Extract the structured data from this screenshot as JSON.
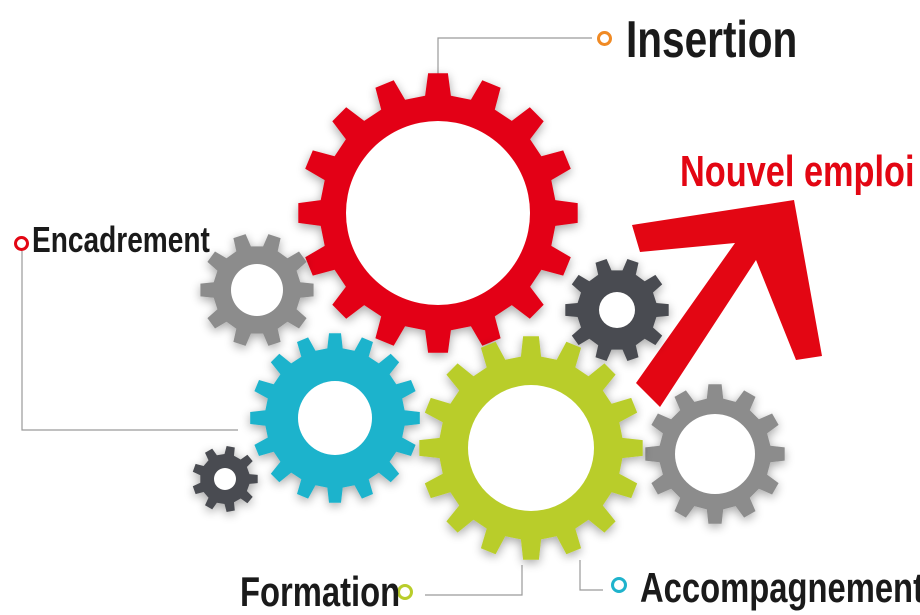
{
  "labels": {
    "insertion": "Insertion",
    "nouvel_emploi": "Nouvel emploi",
    "encadrement": "Encadrement",
    "formation": "Formation",
    "accompagnement": "Accompagnement"
  },
  "colors": {
    "red": "#e30613",
    "orange": "#f08a24",
    "blue": "#1fb3cc",
    "green": "#b9cd2b",
    "grey": "#8c8c8c",
    "dark_grey": "#4a4c51",
    "text": "#1a1a1a",
    "connector": "#9a9a9a"
  },
  "icons": {
    "insertion_marker": "circle-outline-icon",
    "encadrement_marker": "circle-outline-icon",
    "formation_marker": "circle-outline-icon",
    "accompagnement_marker": "circle-outline-icon",
    "arrow": "arrow-up-right-icon"
  }
}
